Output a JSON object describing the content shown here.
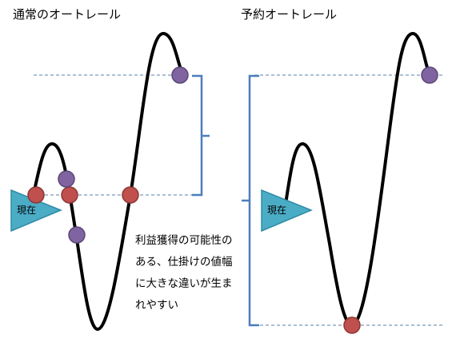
{
  "left_panel": {
    "title": "通常のオートレール",
    "current_label": "現在",
    "note_lines": [
      "利益獲得の可能性の",
      "ある、仕掛けの値幅",
      "に大きな違いが生ま",
      "れやすい"
    ]
  },
  "right_panel": {
    "title": "予約オートレール",
    "current_label": "現在"
  },
  "colors": {
    "curve": "#000000",
    "dashed_line": "#5b7fa6",
    "bracket": "#4a7ebb",
    "red_point": "#c0504d",
    "purple_point": "#8064a2",
    "triangle": "#4bacc6"
  }
}
